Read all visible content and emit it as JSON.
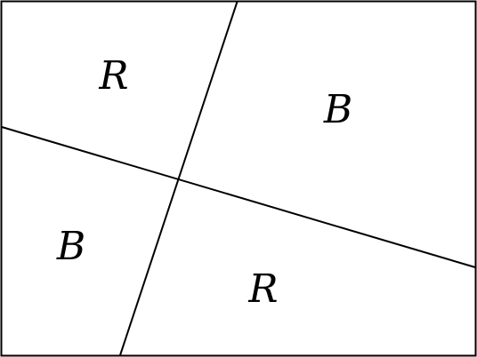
{
  "diagram": {
    "regions": [
      {
        "id": "top-left",
        "label": "R"
      },
      {
        "id": "top-right",
        "label": "B"
      },
      {
        "id": "bottom-left",
        "label": "B"
      },
      {
        "id": "bottom-right",
        "label": "R"
      }
    ],
    "stroke_color": "#000000",
    "background_color": "#ffffff"
  }
}
